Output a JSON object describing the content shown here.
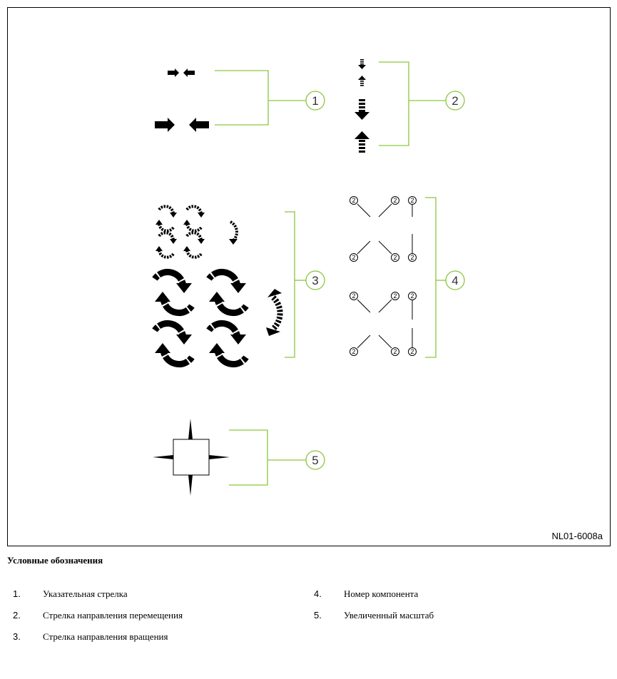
{
  "figure": {
    "code": "NL01-6008a",
    "callout_color": "#8cc63f",
    "component_label": "2",
    "callouts": [
      {
        "number": "1"
      },
      {
        "number": "2"
      },
      {
        "number": "3"
      },
      {
        "number": "4"
      },
      {
        "number": "5"
      }
    ]
  },
  "legend": {
    "title": "Условные обозначения",
    "items": [
      {
        "number": "1.",
        "text": "Указательная стрелка"
      },
      {
        "number": "2.",
        "text": "Стрелка направления перемещения"
      },
      {
        "number": "3.",
        "text": "Стрелка направления вращения"
      },
      {
        "number": "4.",
        "text": "Номер компонента"
      },
      {
        "number": "5.",
        "text": "Увеличенный масштаб"
      }
    ]
  }
}
